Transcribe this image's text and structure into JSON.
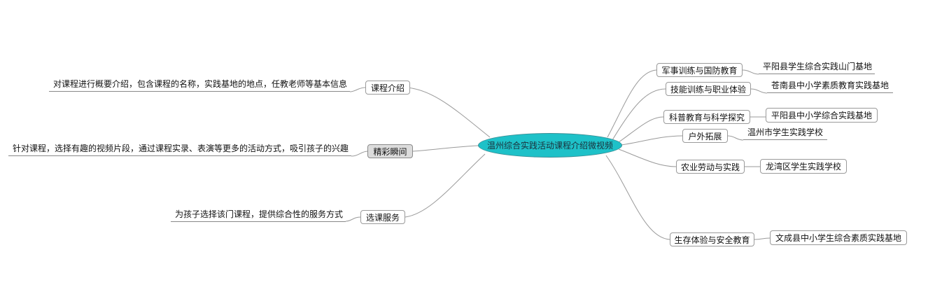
{
  "center": {
    "label": "温州综合实践活动课程介绍微视频"
  },
  "left_branches": [
    {
      "label": "课程介绍",
      "detail": "对课程进行概要介绍，包含课程的名称，实践基地的地点，任教老师等基本信息"
    },
    {
      "label": "精彩瞬间",
      "detail": "针对课程，选择有趣的视频片段，通过课程实录、表演等更多的活动方式，吸引孩子的兴趣"
    },
    {
      "label": "选课服务",
      "detail": "为孩子选择该门课程，提供综合性的服务方式"
    }
  ],
  "right_branches": [
    {
      "label": "军事训练与国防教育",
      "detail": "平阳县学生综合实践山门基地"
    },
    {
      "label": "技能训练与职业体验",
      "detail": "苍南县中小学素质教育实践基地"
    },
    {
      "label": "科普教育与科学探究",
      "detail": "平阳县中小学综合实践基地"
    },
    {
      "label": "户外拓展",
      "detail": "温州市学生实践学校"
    },
    {
      "label": "农业劳动与实践",
      "detail": "龙湾区学生实践学校"
    },
    {
      "label": "生存体验与安全教育",
      "detail": "文成县中小学生综合素质实践基地"
    }
  ]
}
